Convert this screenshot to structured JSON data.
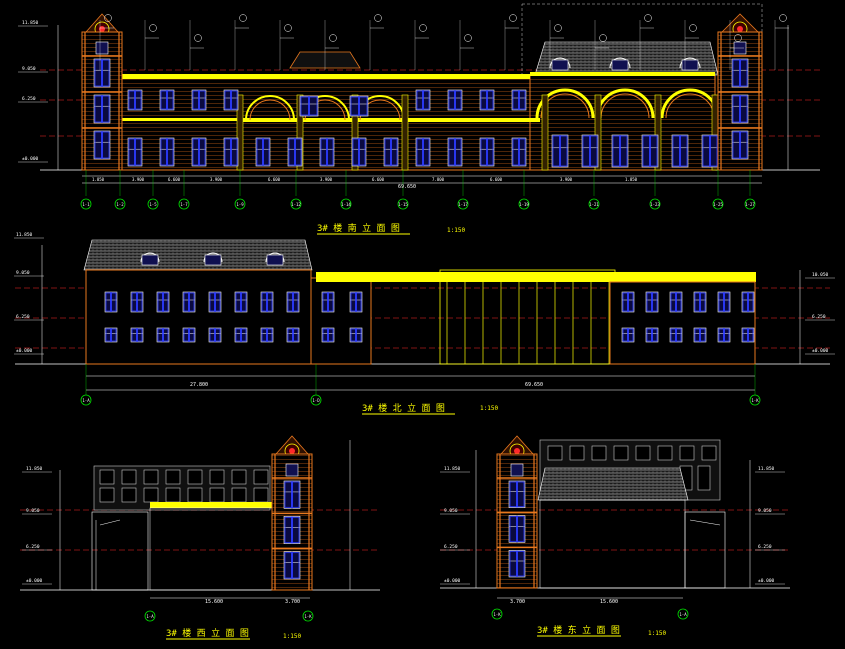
{
  "colors": {
    "background": "#000000",
    "orange": "#e8781e",
    "yellow": "#ffff00",
    "blue": "#2b3bff",
    "white": "#ffffff",
    "red": "#ff2a2a",
    "green": "#00e000",
    "cyan": "#00ffff",
    "grey": "#c8c8c8",
    "magenta": "#ff40ff"
  },
  "drawing": {
    "elevation_1": {
      "title": "3# 楼 南 立 面 图",
      "scale": "1:150",
      "axis_labels": [
        "1-1",
        "1-2",
        "1-5",
        "1-7",
        "1-9",
        "1-12",
        "1-14",
        "1-15",
        "1-17",
        "1-19",
        "1-21",
        "1-23",
        "1-25",
        "1-27",
        "1-28"
      ],
      "overall_dim": "69.650",
      "dims": [
        "1.850",
        "3.900",
        "6.600",
        "3.900",
        "6.600",
        "3.900",
        "6.600",
        "7.800",
        "6.600",
        "3.900",
        "1.850"
      ],
      "levels_left": [
        "11.850",
        "9.050",
        "6.250",
        "±0.000"
      ]
    },
    "elevation_2": {
      "title": "3# 楼 北 立 面 图",
      "scale": "1:150",
      "axis_labels": [
        "1-A",
        "1-D",
        "1-K"
      ],
      "overall_dim": "69.650",
      "dims_left": "27.800",
      "levels_left": [
        "11.850",
        "9.050",
        "6.250",
        "±0.000"
      ],
      "levels_right": [
        "10.050",
        "6.250",
        "±0.000"
      ]
    },
    "elevation_3": {
      "title": "3# 楼 西 立 面 图",
      "scale": "1:150",
      "axis_labels": [
        "1-A",
        "1-K"
      ],
      "dims": [
        "3.700",
        "15.600"
      ],
      "levels": [
        "11.850",
        "9.050",
        "6.250",
        "±0.000"
      ]
    },
    "elevation_4": {
      "title": "3# 楼 东 立 面 图",
      "scale": "1:150",
      "axis_labels": [
        "1-K",
        "1-A"
      ],
      "dims": [
        "3.700",
        "15.600"
      ],
      "levels": [
        "11.850",
        "9.050",
        "6.250",
        "±0.000"
      ]
    }
  }
}
